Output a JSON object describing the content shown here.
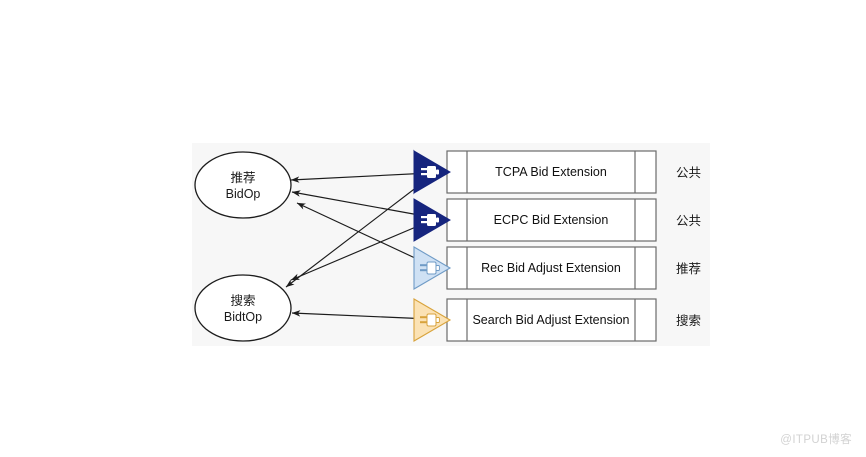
{
  "diagram": {
    "type": "architecture-flow",
    "nodes": [
      {
        "id": "rec-bidop",
        "line1": "推荐",
        "line2": "BidOp"
      },
      {
        "id": "search-bidop",
        "line1": "搜索",
        "line2": "BidtOp"
      }
    ],
    "extensions": [
      {
        "id": "tcpa",
        "label": "TCPA Bid Extension",
        "scope": "公共",
        "icon": "plug-icon",
        "color": "#16257e",
        "border": "#16257e",
        "plug_color": "#ffffff"
      },
      {
        "id": "ecpc",
        "label": "ECPC Bid Extension",
        "scope": "公共",
        "icon": "plug-icon",
        "color": "#16257e",
        "border": "#16257e",
        "plug_color": "#ffffff"
      },
      {
        "id": "rec-adjust",
        "label": "Rec Bid Adjust Extension",
        "scope": "推荐",
        "icon": "plug-icon",
        "color": "#cfe1f4",
        "border": "#6f9bc6",
        "plug_color": "#ffffff"
      },
      {
        "id": "search-adjust",
        "label": "Search Bid Adjust Extension",
        "scope": "搜索",
        "icon": "plug-icon",
        "color": "#fbe2b4",
        "border": "#d8a33c",
        "plug_color": "#ffffff"
      }
    ],
    "connections": [
      {
        "from": "tcpa",
        "to": "rec-bidop"
      },
      {
        "from": "tcpa",
        "to": "search-bidop"
      },
      {
        "from": "ecpc",
        "to": "rec-bidop"
      },
      {
        "from": "ecpc",
        "to": "search-bidop"
      },
      {
        "from": "rec-adjust",
        "to": "rec-bidop"
      },
      {
        "from": "search-adjust",
        "to": "search-bidop"
      }
    ],
    "panel_color": "#f7f7f7"
  },
  "watermark": {
    "text": "@ITPUB博客"
  }
}
